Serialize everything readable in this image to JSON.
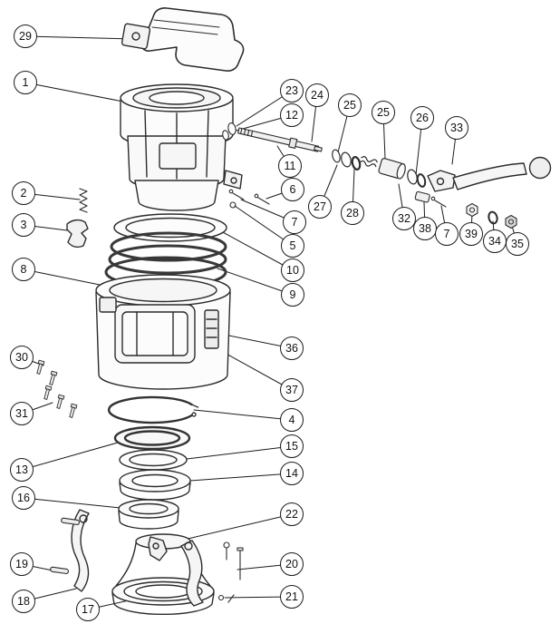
{
  "diagram": {
    "kind": "exploded-parts-diagram",
    "callouts": [
      {
        "label": "29"
      },
      {
        "label": "1"
      },
      {
        "label": "2"
      },
      {
        "label": "3"
      },
      {
        "label": "8"
      },
      {
        "label": "30"
      },
      {
        "label": "31"
      },
      {
        "label": "13"
      },
      {
        "label": "16"
      },
      {
        "label": "19"
      },
      {
        "label": "18"
      },
      {
        "label": "17"
      },
      {
        "label": "23"
      },
      {
        "label": "24"
      },
      {
        "label": "12"
      },
      {
        "label": "11"
      },
      {
        "label": "6"
      },
      {
        "label": "7"
      },
      {
        "label": "5"
      },
      {
        "label": "10"
      },
      {
        "label": "9"
      },
      {
        "label": "25"
      },
      {
        "label": "25"
      },
      {
        "label": "26"
      },
      {
        "label": "33"
      },
      {
        "label": "27"
      },
      {
        "label": "28"
      },
      {
        "label": "32"
      },
      {
        "label": "38"
      },
      {
        "label": "7"
      },
      {
        "label": "39"
      },
      {
        "label": "34"
      },
      {
        "label": "35"
      },
      {
        "label": "36"
      },
      {
        "label": "37"
      },
      {
        "label": "4"
      },
      {
        "label": "15"
      },
      {
        "label": "14"
      },
      {
        "label": "22"
      },
      {
        "label": "20"
      },
      {
        "label": "21"
      }
    ]
  }
}
